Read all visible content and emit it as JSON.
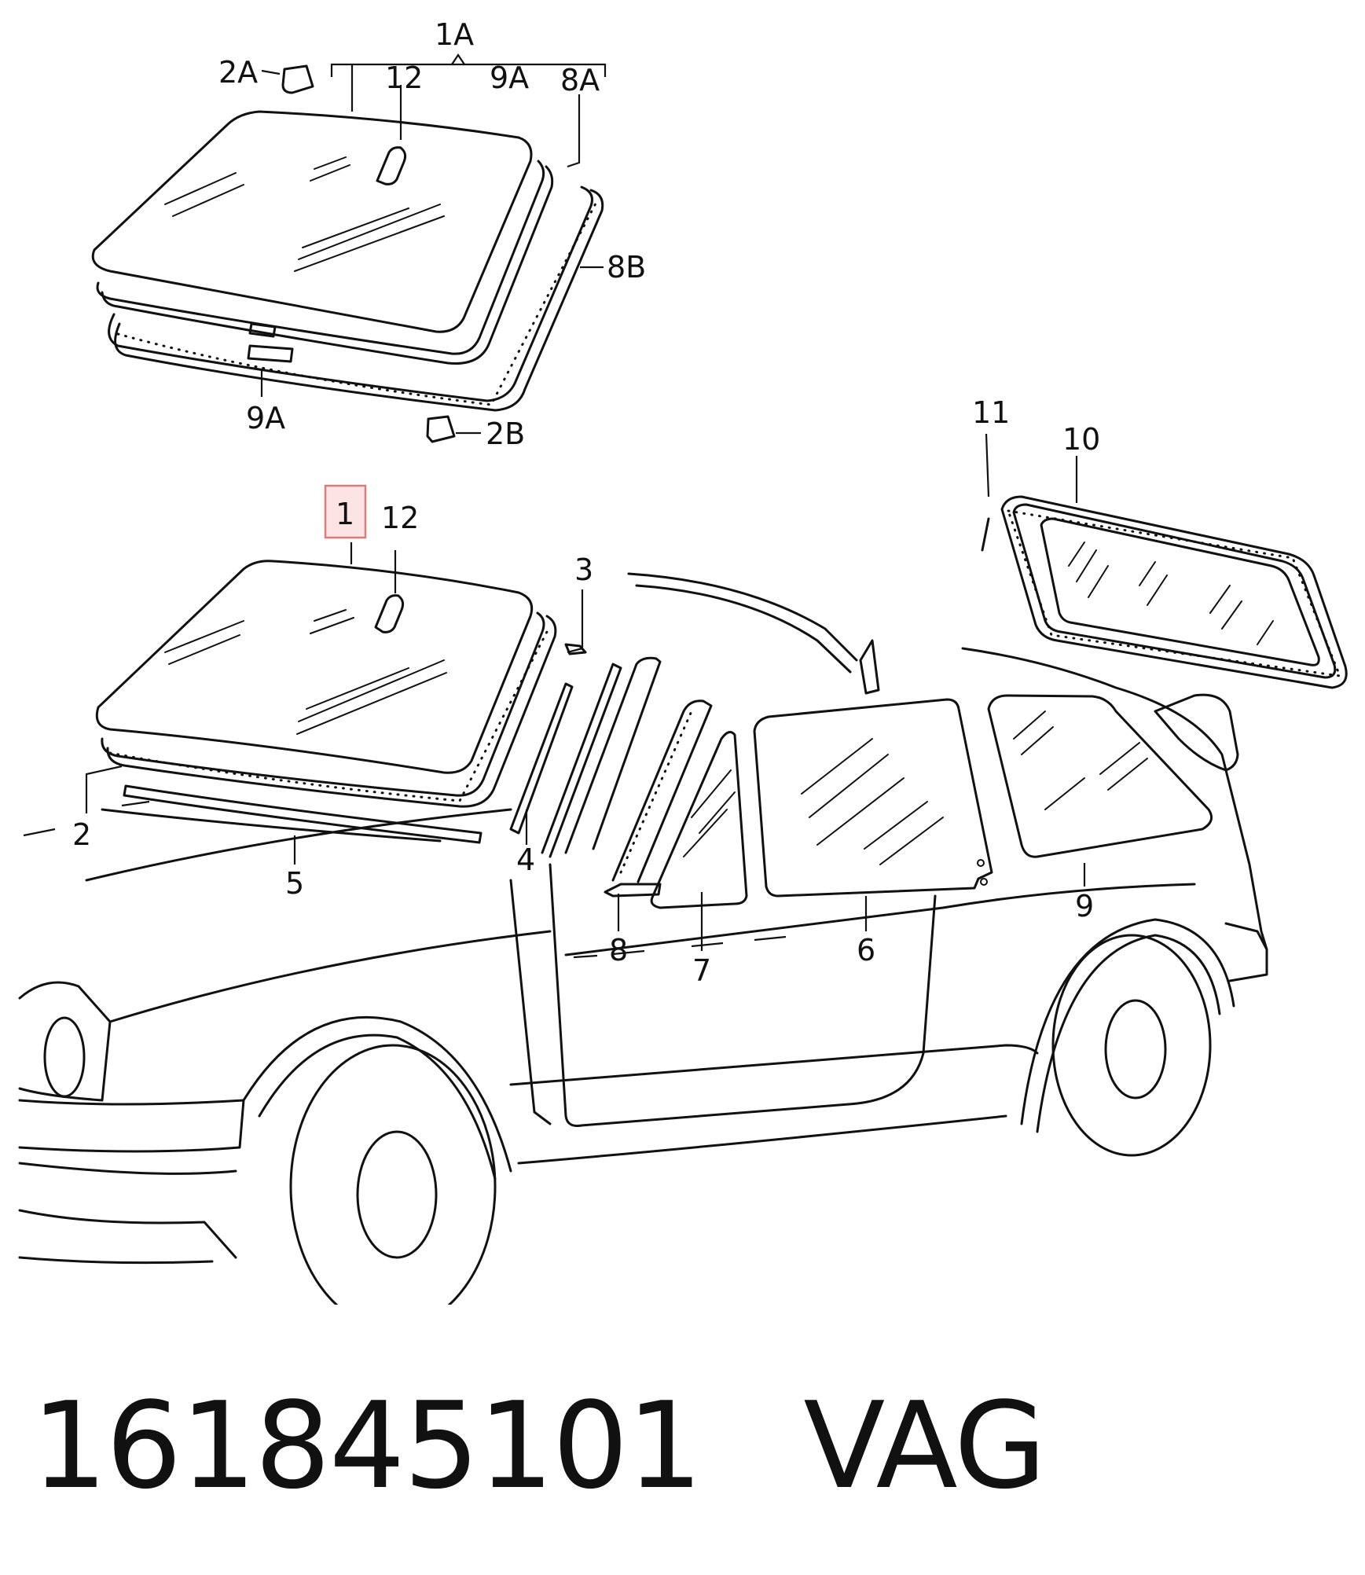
{
  "callouts": {
    "c1A": "1A",
    "c2A": "2A",
    "c12a": "12",
    "c9Aa": "9A",
    "c8A": "8A",
    "c8B": "8B",
    "c9Ab": "9A",
    "c2B": "2B",
    "c11": "11",
    "c10": "10",
    "c1": "1",
    "c12b": "12",
    "c3": "3",
    "c2": "2",
    "c5": "5",
    "c4": "4",
    "c8": "8",
    "c7": "7",
    "c6": "6",
    "c9": "9"
  },
  "highlighted_callout": "1",
  "colors": {
    "line": "#111111",
    "highlight_fill": "#fde4e4",
    "highlight_stroke": "#e07a7a"
  },
  "caption": {
    "part_number": "161845101",
    "brand": "VAG"
  }
}
